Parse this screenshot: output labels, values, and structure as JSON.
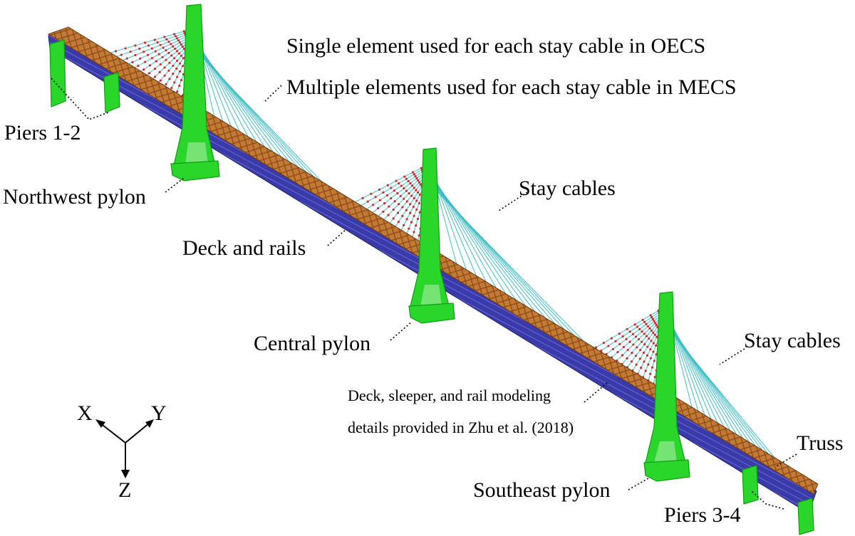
{
  "labels": {
    "oecs": "Single element used for each stay cable in OECS",
    "mecs": "Multiple elements used for each stay cable in MECS",
    "piers_12": "Piers 1-2",
    "northwest_pylon": "Northwest pylon",
    "stay_cables_1": "Stay cables",
    "deck_rails": "Deck and rails",
    "central_pylon": "Central pylon",
    "stay_cables_2": "Stay cables",
    "deck_details_1": "Deck, sleeper, and rail modeling",
    "deck_details_2": "details provided in Zhu et al. (2018)",
    "truss": "Truss",
    "southeast_pylon": "Southeast pylon",
    "piers_34": "Piers 3-4"
  },
  "axes": {
    "x": "X",
    "y": "Y",
    "z": "Z"
  },
  "colors": {
    "pylon": "#2bd62b",
    "truss": "#b8702a",
    "deck": "#3a3aa8",
    "cable": "#3cbcc4",
    "cable_nodes": "#d02a2a"
  }
}
